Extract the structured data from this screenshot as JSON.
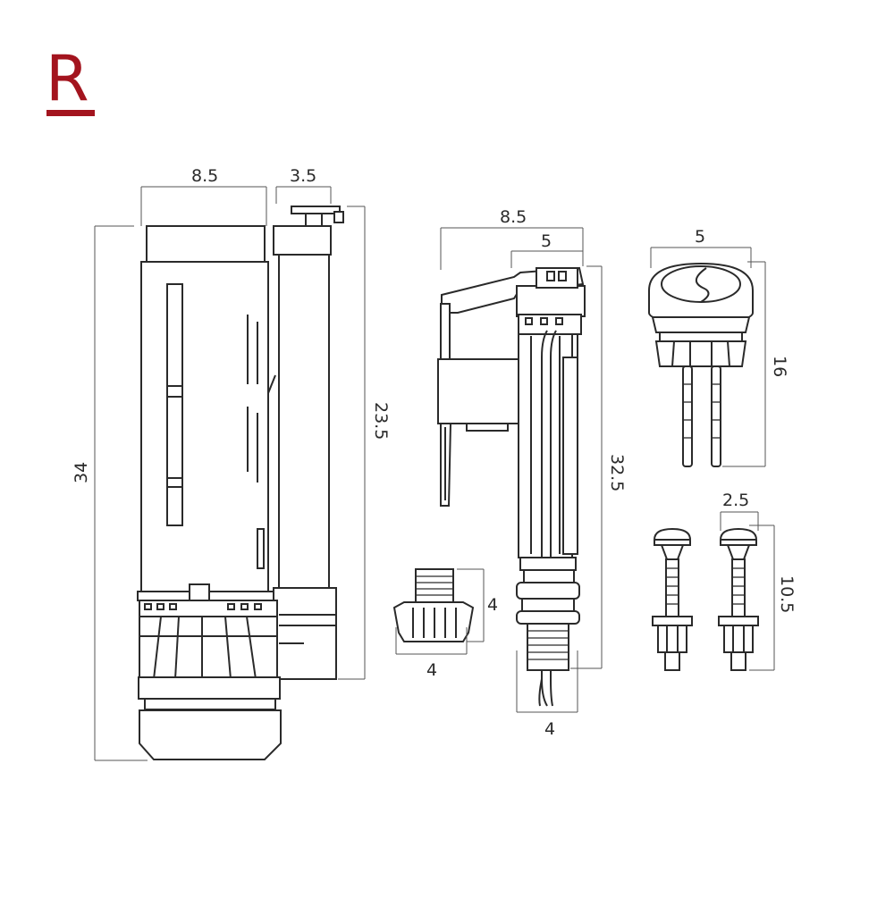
{
  "brand": {
    "logo_letter": "R",
    "logo_color": "#a3141e"
  },
  "line_color": "#2a2a2a",
  "dimensions": {
    "flush_valve_width": "8.5",
    "overflow_width": "3.5",
    "flush_valve_total_height": "34",
    "overflow_height": "23.5",
    "fill_valve_width": "8.5",
    "fill_valve_head_width": "5",
    "fill_valve_height": "32.5",
    "fill_valve_shank_width": "4",
    "nut_height": "4",
    "nut_width": "4",
    "button_width": "5",
    "button_height": "16",
    "bolt_width": "2.5",
    "bolt_length": "10.5"
  }
}
